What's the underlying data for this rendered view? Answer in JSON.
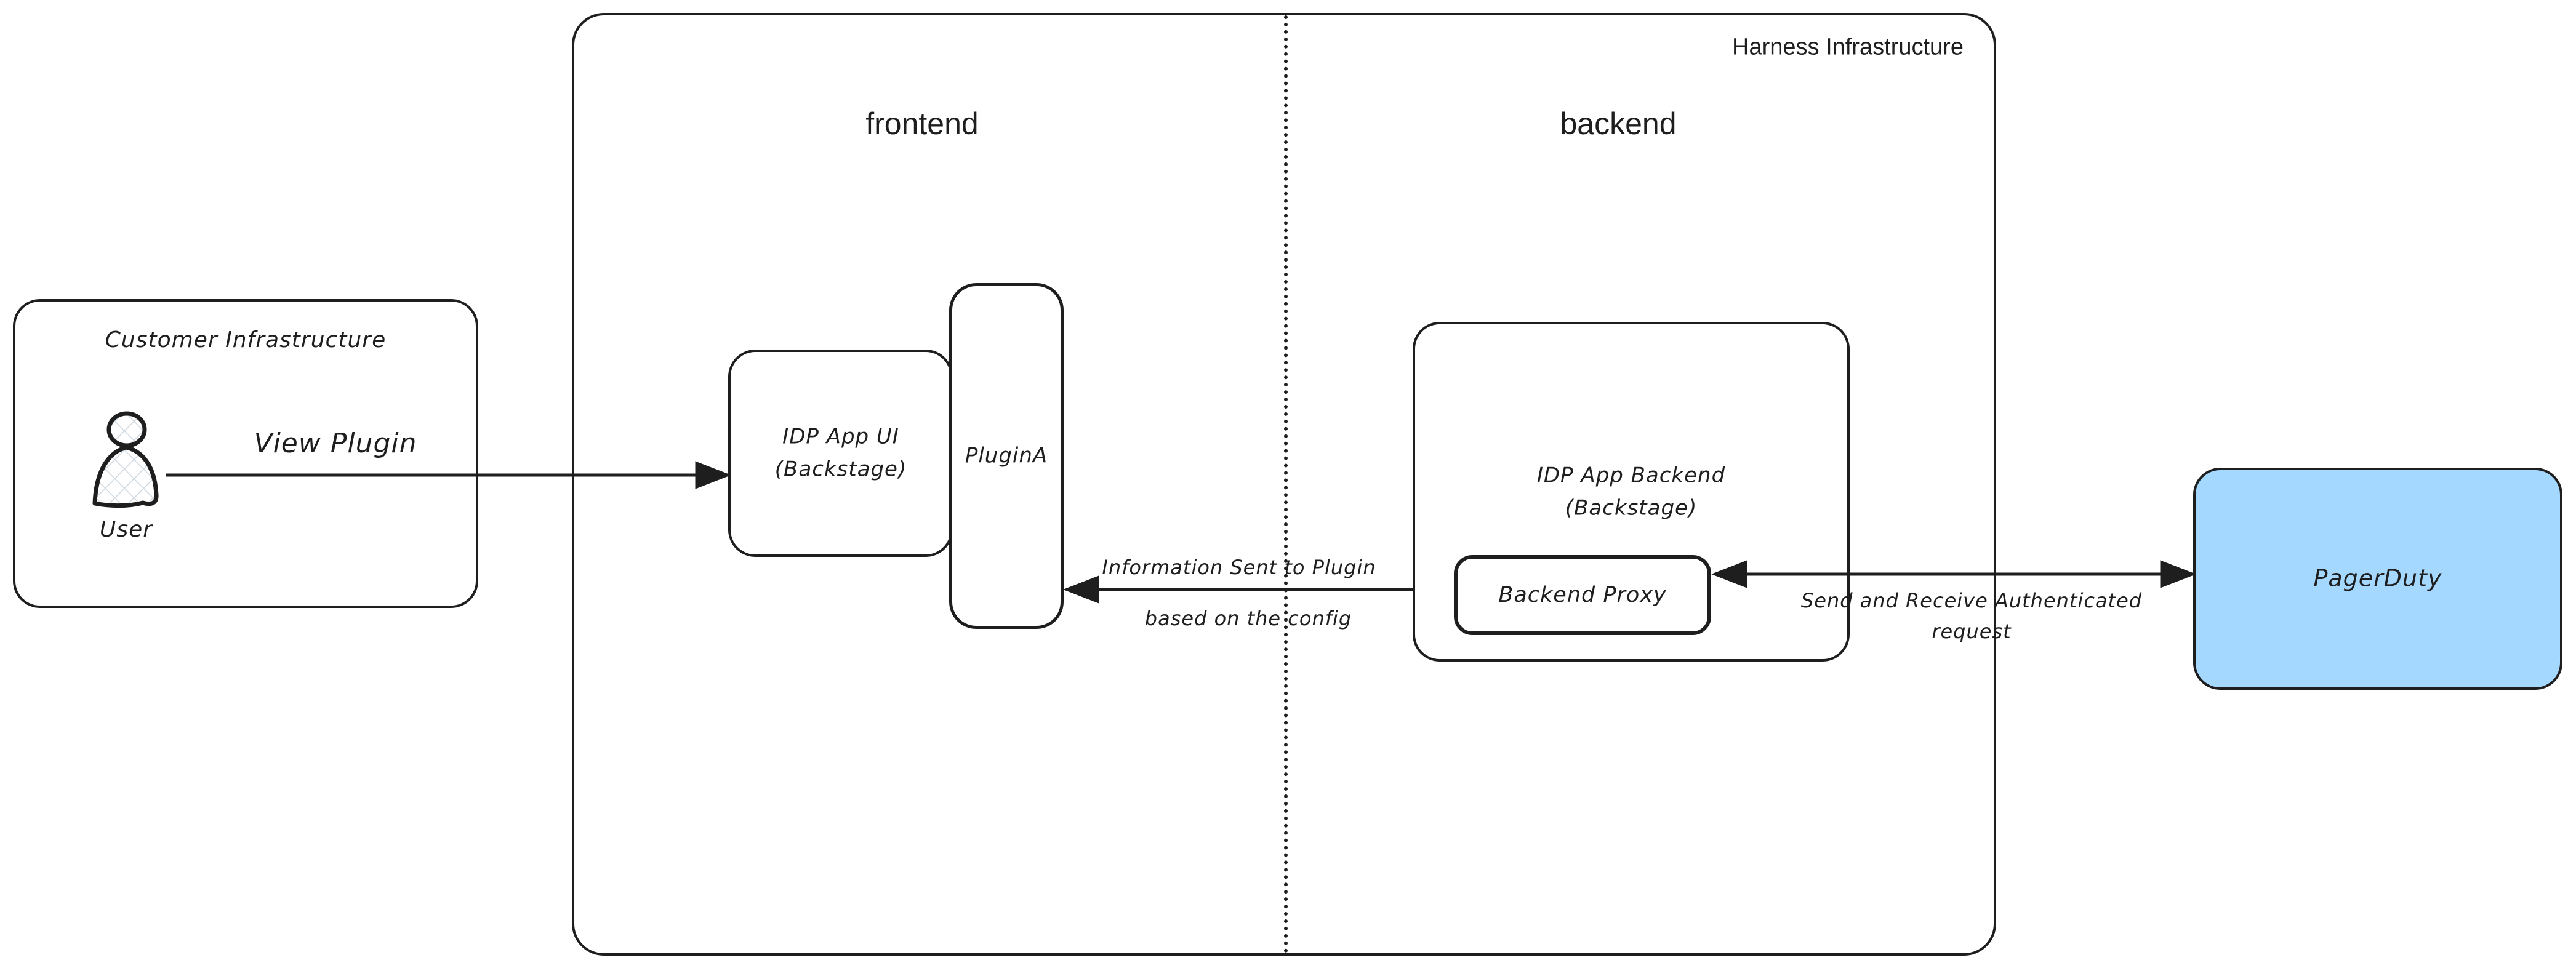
{
  "diagram": {
    "customer_infra": {
      "title": "Customer Infrastructure",
      "user_label": "User"
    },
    "harness_infra": {
      "title": "Harness Infrastructure",
      "frontend_label": "frontend",
      "backend_label": "backend"
    },
    "idp_app_ui": {
      "label_line1": "IDP App UI",
      "label_line2": "(Backstage)"
    },
    "plugin_a": {
      "label": "PluginA"
    },
    "idp_app_backend": {
      "label_line1": "IDP App Backend",
      "label_line2": "(Backstage)"
    },
    "backend_proxy": {
      "label": "Backend Proxy"
    },
    "pagerduty": {
      "label": "PagerDuty"
    },
    "arrows": {
      "view_plugin": {
        "label": "View Plugin"
      },
      "info_sent": {
        "label_line1": "Information Sent to Plugin",
        "label_line2": "based on the config"
      },
      "send_receive": {
        "label_line1": "Send and Receive Authenticated",
        "label_line2": "request"
      }
    },
    "colors": {
      "stroke": "#1e1e1e",
      "background": "#ffffff",
      "pagerduty_fill": "#a5d8ff",
      "hatch_fill": "#cdd7e0"
    }
  }
}
